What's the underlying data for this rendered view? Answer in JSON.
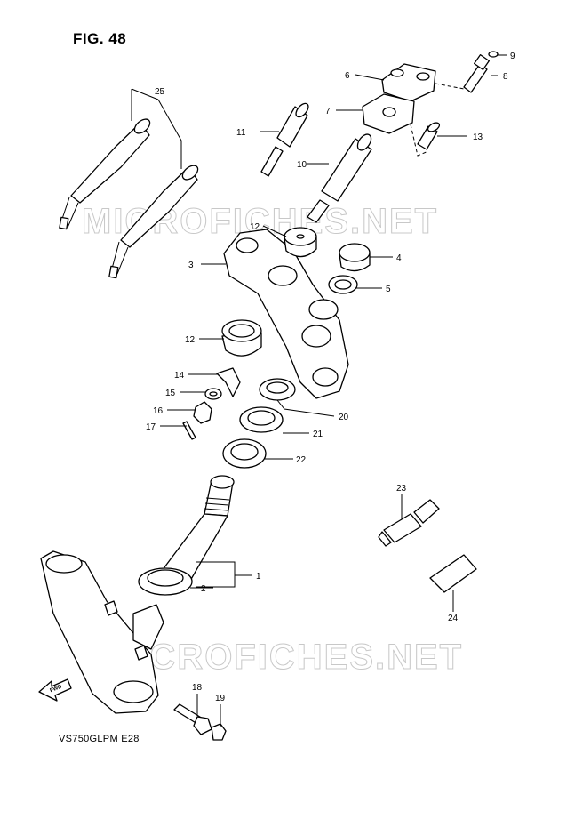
{
  "figure": {
    "title": "FIG. 48",
    "model_code": "VS750GLPM  E28",
    "fwd_label": "FWD"
  },
  "watermarks": [
    "MICROFICHES.NET",
    "MICROFICHES.NET"
  ],
  "callouts": [
    {
      "id": "c1",
      "label": "1"
    },
    {
      "id": "c2",
      "label": "2"
    },
    {
      "id": "c3",
      "label": "3"
    },
    {
      "id": "c4",
      "label": "4"
    },
    {
      "id": "c5",
      "label": "5"
    },
    {
      "id": "c6",
      "label": "6"
    },
    {
      "id": "c7",
      "label": "7"
    },
    {
      "id": "c8",
      "label": "8"
    },
    {
      "id": "c9",
      "label": "9"
    },
    {
      "id": "c10",
      "label": "10"
    },
    {
      "id": "c11",
      "label": "11"
    },
    {
      "id": "c12a",
      "label": "12"
    },
    {
      "id": "c12b",
      "label": "12"
    },
    {
      "id": "c13",
      "label": "13"
    },
    {
      "id": "c14",
      "label": "14"
    },
    {
      "id": "c15",
      "label": "15"
    },
    {
      "id": "c16",
      "label": "16"
    },
    {
      "id": "c17",
      "label": "17"
    },
    {
      "id": "c18",
      "label": "18"
    },
    {
      "id": "c19",
      "label": "19"
    },
    {
      "id": "c20",
      "label": "20"
    },
    {
      "id": "c21",
      "label": "21"
    },
    {
      "id": "c22",
      "label": "22"
    },
    {
      "id": "c23",
      "label": "23"
    },
    {
      "id": "c24",
      "label": "24"
    },
    {
      "id": "c25",
      "label": "25"
    }
  ]
}
